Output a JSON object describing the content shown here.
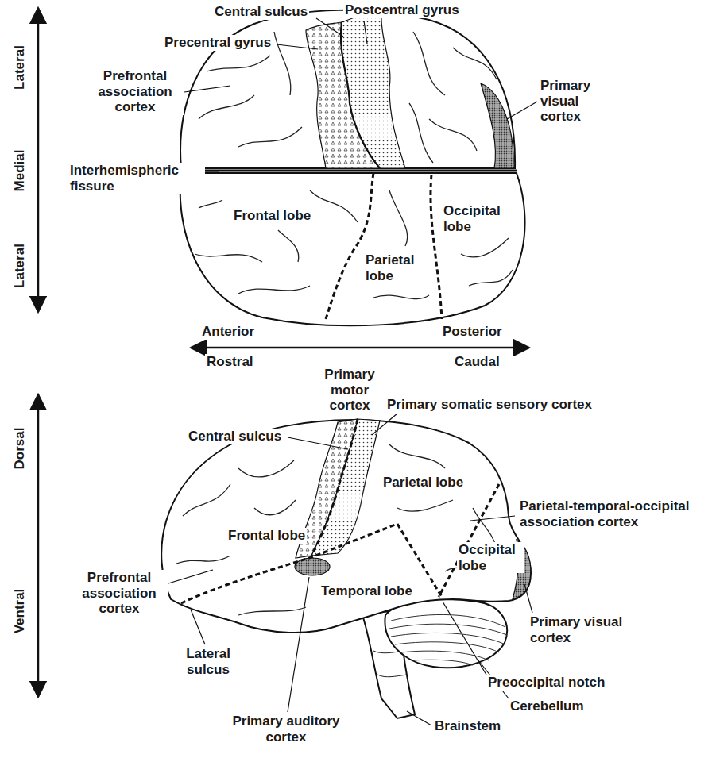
{
  "diagram": {
    "labels": [
      "Lateral",
      "Medial",
      "Lateral",
      "Central sulcus",
      "Postcentral gyrus",
      "Precentral gyrus",
      "Prefrontal association cortex",
      "Primary visual cortex",
      "Interhemispheric fissure",
      "Frontal lobe",
      "Occipital lobe",
      "Parietal lobe",
      "Anterior",
      "Posterior",
      "Rostral",
      "Caudal",
      "Dorsal",
      "Ventral",
      "Primary motor cortex",
      "Central sulcus",
      "Primary somatic sensory cortex",
      "Parietal lobe",
      "Parietal-temporal-occipital association cortex",
      "Frontal lobe",
      "Prefrontal association cortex",
      "Occipital lobe",
      "Temporal lobe",
      "Primary visual cortex",
      "Lateral sulcus",
      "Preoccipital notch",
      "Cerebellum",
      "Primary auditory cortex",
      "Brainstem"
    ]
  }
}
